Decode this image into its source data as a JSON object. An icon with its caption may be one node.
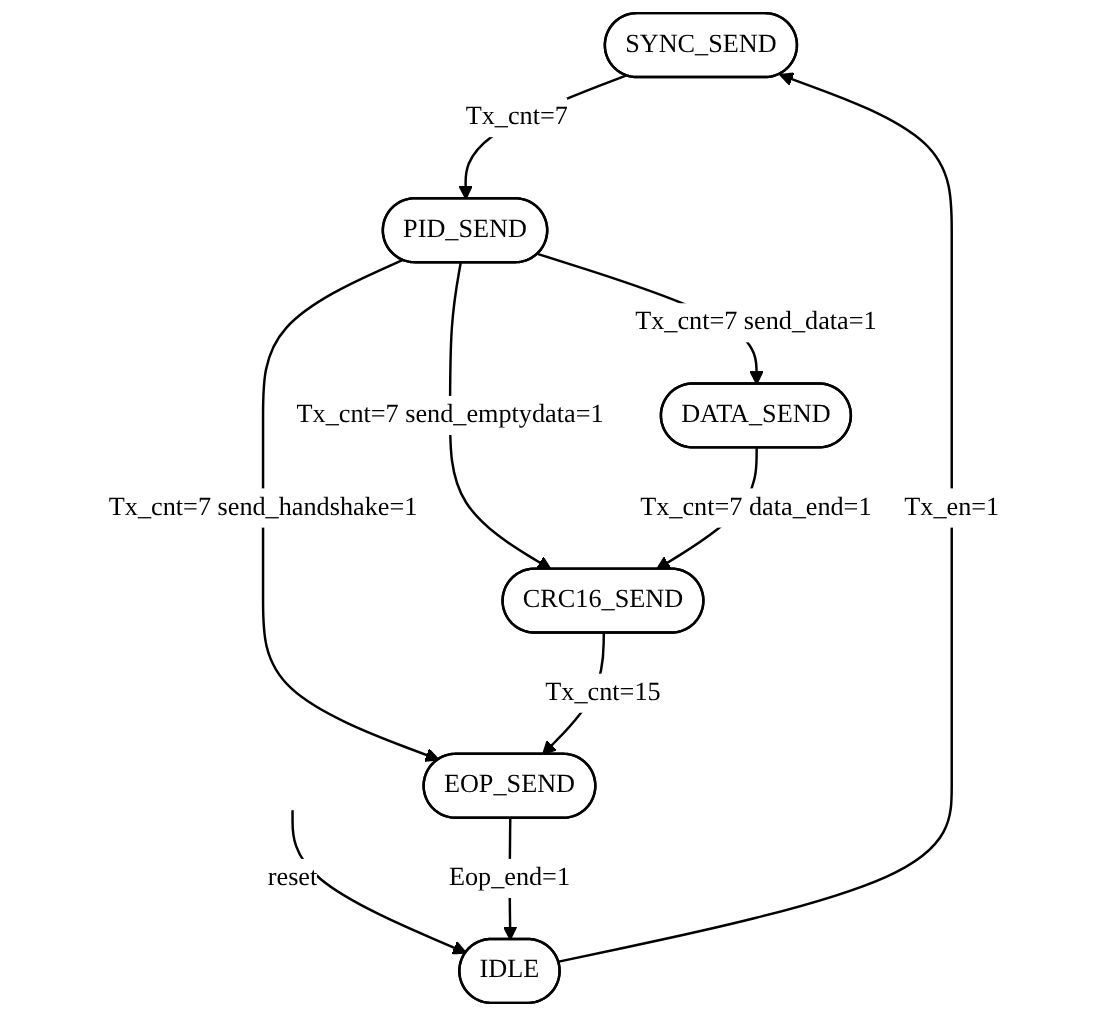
{
  "diagram": {
    "nodes": [
      {
        "text": [
          "SYNC_SEND"
        ]
      },
      {
        "text": [
          "IDLE"
        ]
      },
      {
        "text": [
          "PID_SEND"
        ]
      },
      {
        "text": [
          "EOP_SEND"
        ]
      },
      {
        "text": [
          "DATA_SEND"
        ]
      },
      {
        "text": [
          "CRC16_SEND"
        ]
      }
    ],
    "edges": [
      {
        "from": null,
        "to": 1,
        "arrow": "to",
        "label": "reset"
      },
      {
        "from": 1,
        "to": 0,
        "arrow": "to",
        "label": "Tx_en=1"
      },
      {
        "from": 0,
        "to": 2,
        "arrow": "to",
        "label": "Tx_cnt=7"
      },
      {
        "from": 2,
        "to": 3,
        "arrow": "to",
        "label": "Tx_cnt=7 send_handshake=1"
      },
      {
        "from": 3,
        "to": 1,
        "arrow": "to",
        "label": "Eop_end=1"
      },
      {
        "from": 2,
        "to": 4,
        "arrow": "to",
        "label": "Tx_cnt=7 send_data=1"
      },
      {
        "from": 2,
        "to": 5,
        "arrow": "to",
        "label": "Tx_cnt=7 send_emptydata=1"
      },
      {
        "from": 4,
        "to": 5,
        "arrow": "to",
        "label": "Tx_cnt=7 data_end=1"
      },
      {
        "from": 5,
        "to": 3,
        "arrow": "to",
        "label": "Tx_cnt=15"
      }
    ]
  }
}
